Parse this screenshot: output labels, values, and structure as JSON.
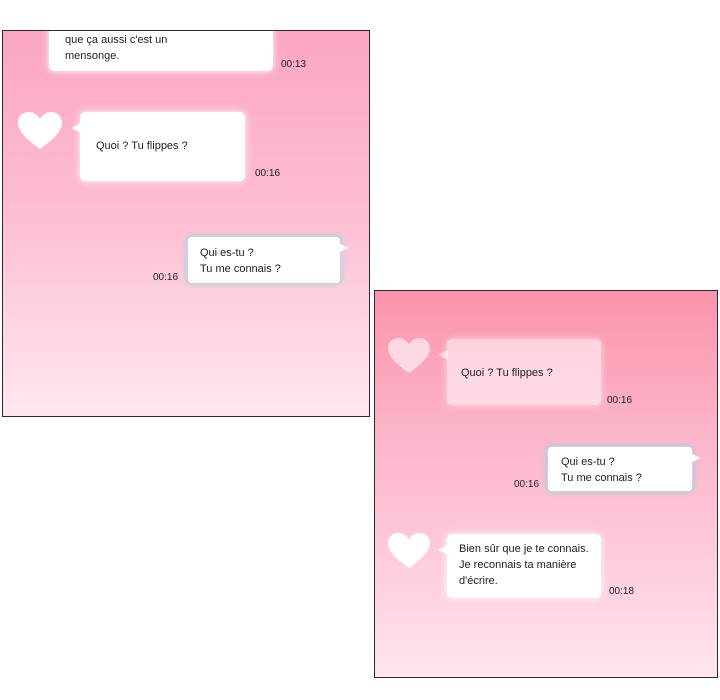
{
  "panel1": {
    "messages": [
      {
        "lines": [
          "que ça aussi c'est un",
          "mensonge."
        ],
        "time": "00:13"
      },
      {
        "lines": [
          "Quoi ? Tu flippes ?"
        ],
        "time": "00:16"
      },
      {
        "lines": [
          "Qui es-tu ?",
          "Tu me connais ?"
        ],
        "time": "00:16"
      }
    ]
  },
  "panel2": {
    "messages": [
      {
        "lines": [
          "Quoi ? Tu flippes ?"
        ],
        "time": "00:16"
      },
      {
        "lines": [
          "Qui es-tu ?",
          "Tu me connais ?"
        ],
        "time": "00:16"
      },
      {
        "lines": [
          "Bien sûr que je te connais.",
          "Je reconnais ta manière",
          "d'écrire."
        ],
        "time": "00:18"
      }
    ]
  },
  "icons": {
    "avatar": "heart-icon"
  },
  "colors": {
    "bubble": "#ffffff",
    "outgoing_border": "#bcd9e6",
    "panel_top": "#fb93ad",
    "panel_bottom": "#ffe6ef"
  }
}
